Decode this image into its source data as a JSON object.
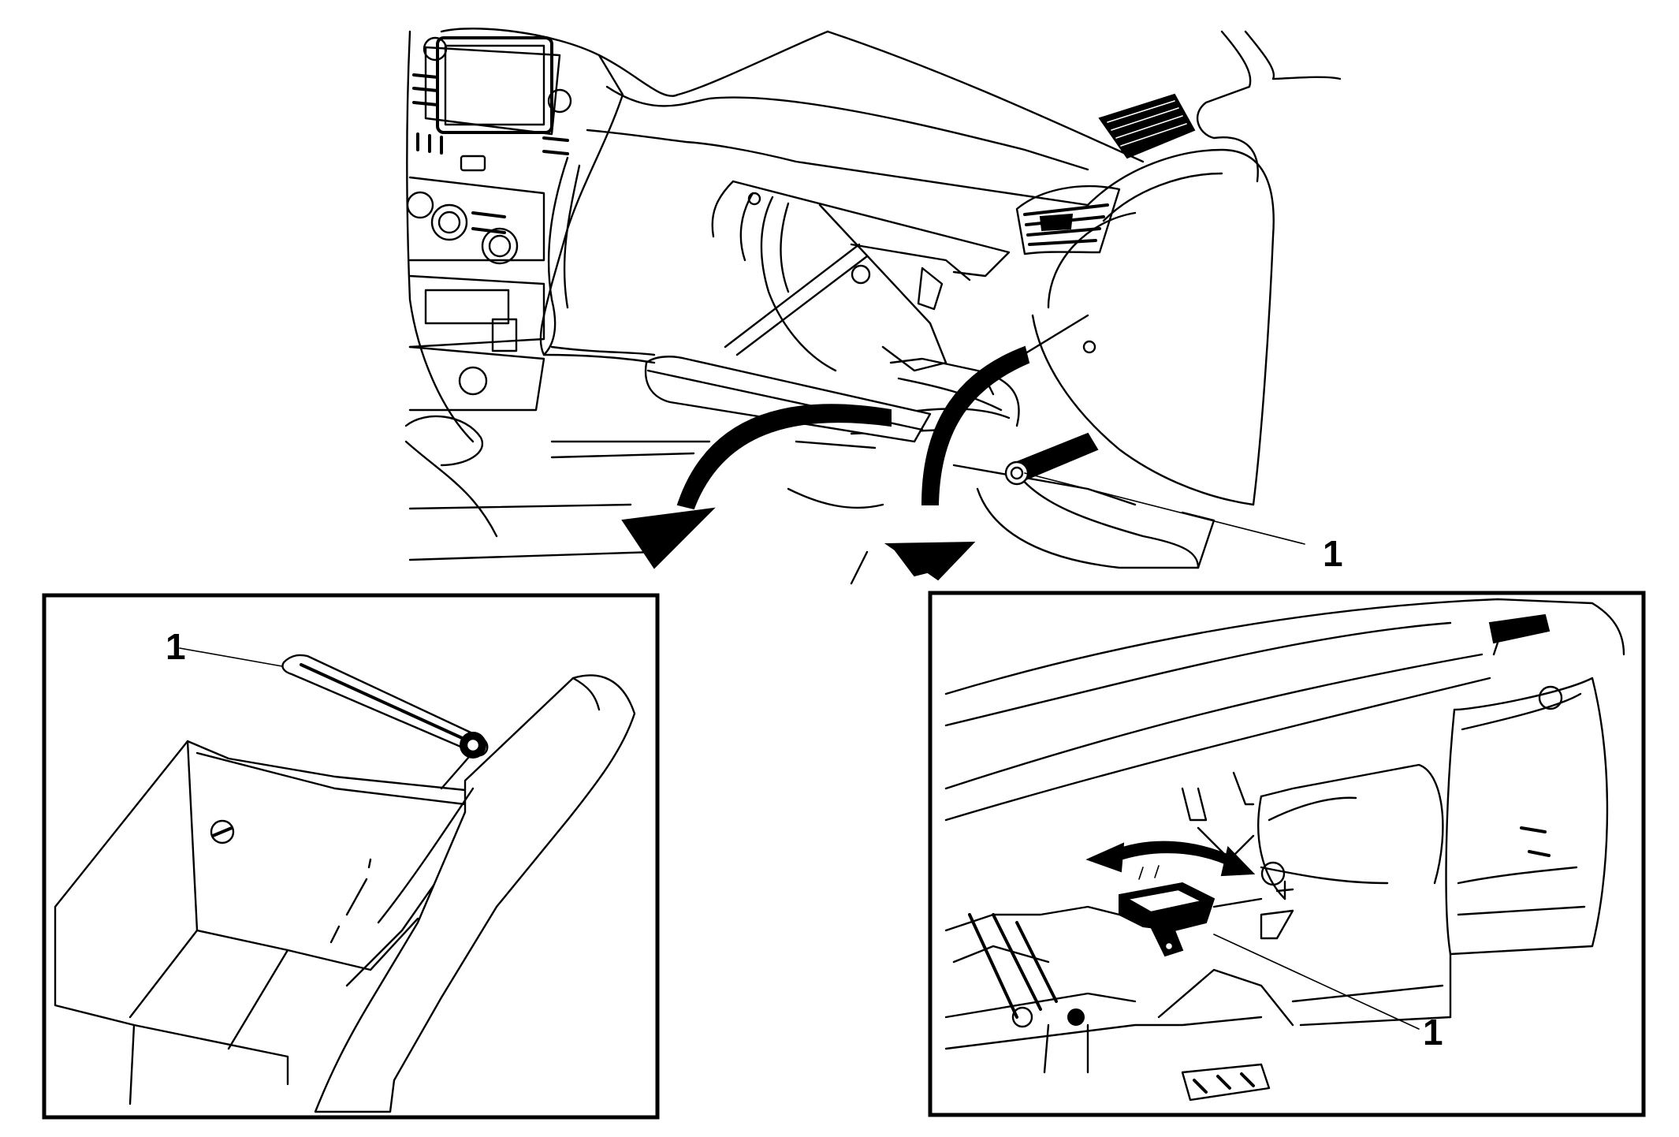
{
  "callouts": {
    "main": "1",
    "left_inset": "1",
    "right_inset": "1"
  },
  "style": {
    "line_color": "#000000",
    "background": "#ffffff"
  }
}
